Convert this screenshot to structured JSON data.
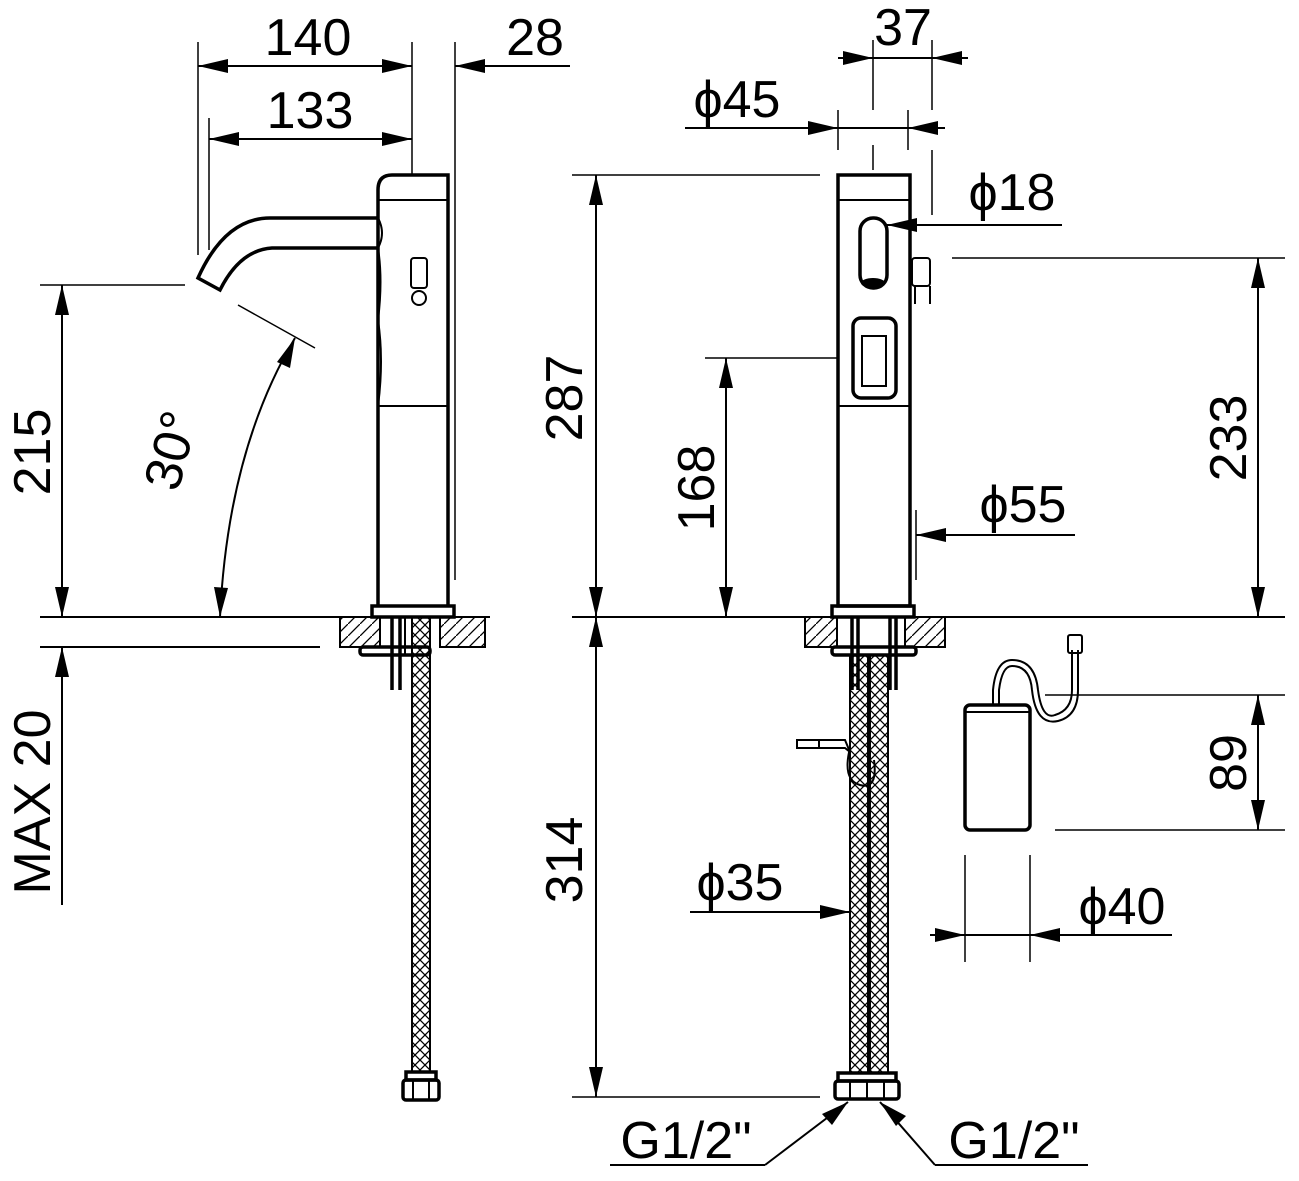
{
  "dimensions": {
    "width_140": "140",
    "width_133": "133",
    "width_28": "28",
    "height_215": "215",
    "angle_30": "30°",
    "max_20": "MAX 20",
    "height_287": "287",
    "height_168": "168",
    "height_314": "314",
    "width_37": "37",
    "dia_45": "ϕ45",
    "dia_18": "ϕ18",
    "height_233": "233",
    "dia_55": "ϕ55",
    "height_89": "89",
    "dia_35": "ϕ35",
    "dia_40": "ϕ40",
    "thread_left": "G1/2\"",
    "thread_right": "G1/2\""
  }
}
